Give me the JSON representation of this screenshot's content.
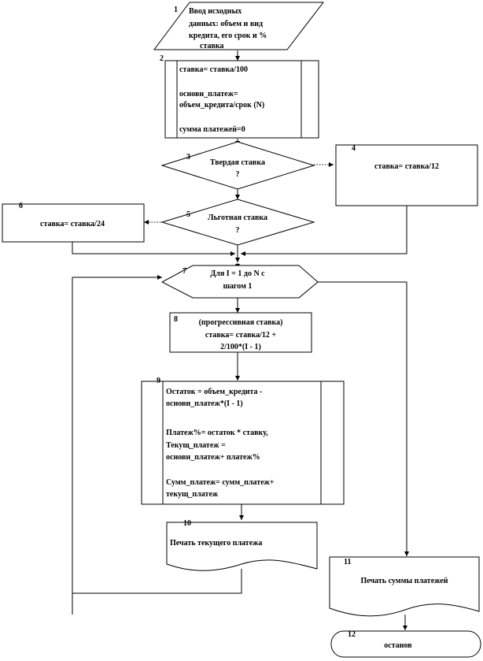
{
  "blocks": {
    "b1": {
      "num": "1",
      "lines": [
        "Ввод исходных",
        "данных: объем и вид",
        "кредита, его срок и %",
        "ставка"
      ]
    },
    "b2": {
      "num": "2",
      "lines": [
        "ставка= ставка/100",
        "",
        "основн_платеж=",
        "объем_кредита/срок (N)",
        "",
        "сумма платежей=0"
      ]
    },
    "b3": {
      "num": "3",
      "lines": [
        "Твердая ставка",
        "?"
      ]
    },
    "b4": {
      "num": "4",
      "lines": [
        "ставка= ставка/12"
      ]
    },
    "b5": {
      "num": "5",
      "lines": [
        "Льготная ставка",
        "?"
      ]
    },
    "b6": {
      "num": "6",
      "lines": [
        "ставка= ставка/24"
      ]
    },
    "b7": {
      "num": "7",
      "lines": [
        "Для I = 1 до N с",
        "шагом 1"
      ]
    },
    "b8": {
      "num": "8",
      "lines": [
        "(прогрессивная ставка)",
        "ставка= ставка/12 +",
        "2/100*(I - 1)"
      ]
    },
    "b9": {
      "num": "9",
      "lines": [
        "Остаток = объем_кредита -",
        "основн_платеж*(I - 1)",
        "",
        "Платеж%= остаток * ставку,",
        "Текущ_платеж =",
        "основн_платеж+ платеж%",
        "",
        "Сумм_платеж= сумм_платеж+",
        "текущ_платеж"
      ]
    },
    "b10": {
      "num": "10",
      "lines": [
        "Печать текущего платежа"
      ]
    },
    "b11": {
      "num": "11",
      "lines": [
        "Печать суммы платежей"
      ]
    },
    "b12": {
      "num": "12",
      "lines": [
        "останов"
      ]
    }
  }
}
